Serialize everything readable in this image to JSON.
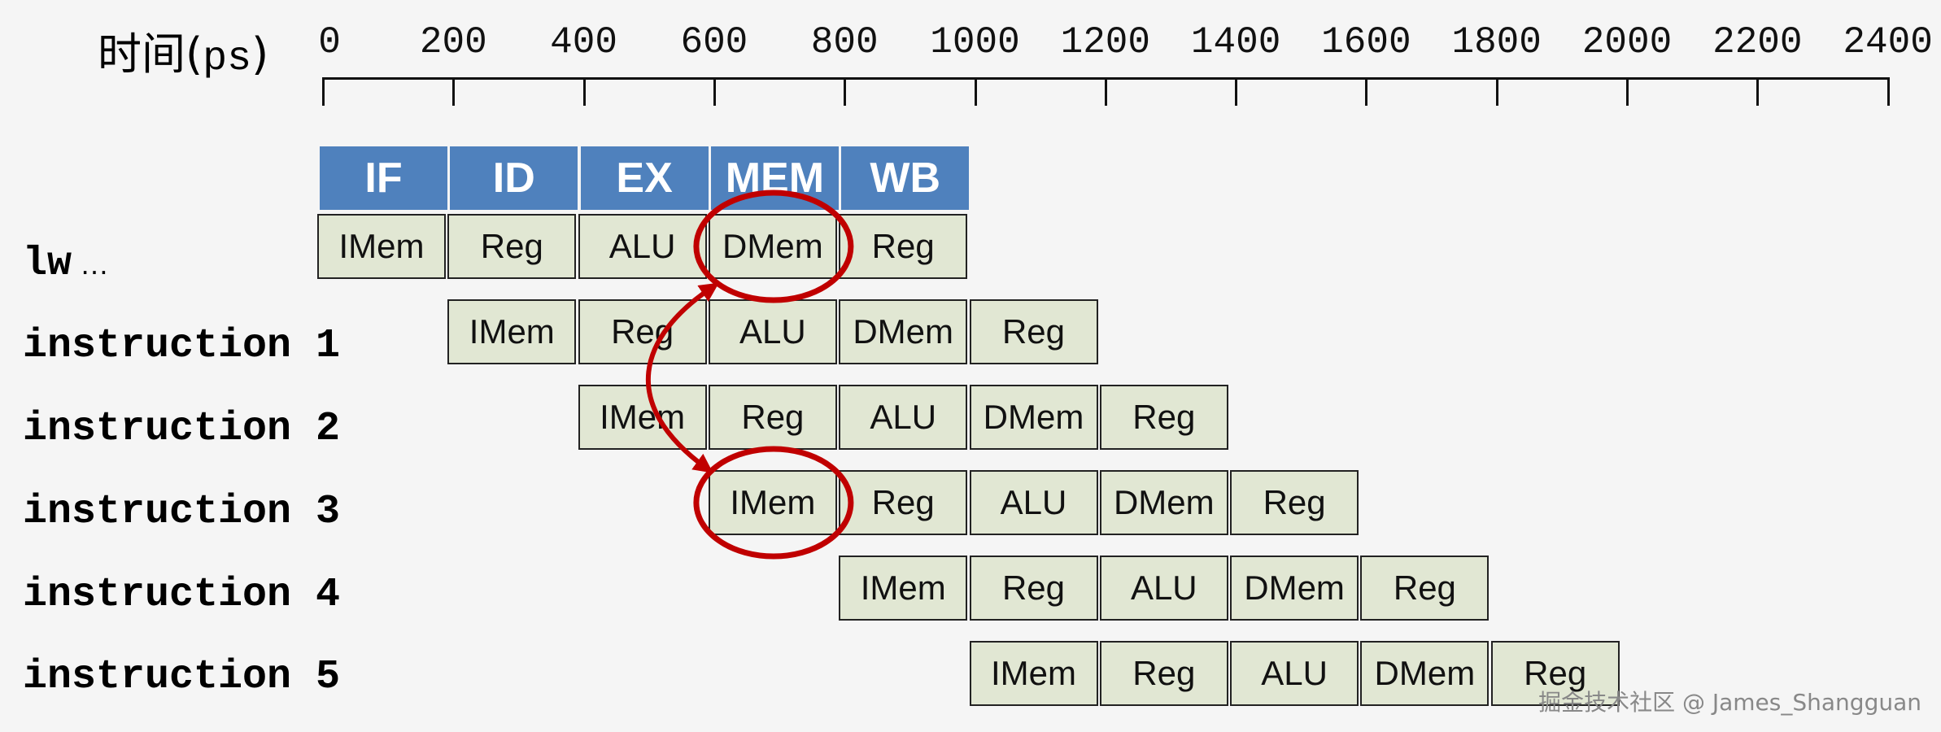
{
  "axis": {
    "title_main": "时间",
    "title_open": "(",
    "title_unit": "ps",
    "title_close": ")",
    "ticks": [
      "0",
      "200",
      "400",
      "600",
      "800",
      "1000",
      "1200",
      "1400",
      "1600",
      "1800",
      "2000",
      "2200",
      "2400"
    ]
  },
  "stages": [
    "IF",
    "ID",
    "EX",
    "MEM",
    "WB"
  ],
  "rows": [
    {
      "label": "lw",
      "suffix": "…",
      "start": 0,
      "cells": [
        "IMem",
        "Reg",
        "ALU",
        "DMem",
        "Reg"
      ]
    },
    {
      "label": "instruction 1",
      "start": 1,
      "cells": [
        "IMem",
        "Reg",
        "ALU",
        "DMem",
        "Reg"
      ]
    },
    {
      "label": "instruction 2",
      "start": 2,
      "cells": [
        "IMem",
        "Reg",
        "ALU",
        "DMem",
        "Reg"
      ]
    },
    {
      "label": "instruction 3",
      "start": 3,
      "cells": [
        "IMem",
        "Reg",
        "ALU",
        "DMem",
        "Reg"
      ]
    },
    {
      "label": "instruction 4",
      "start": 4,
      "cells": [
        "IMem",
        "Reg",
        "ALU",
        "DMem",
        "Reg"
      ]
    },
    {
      "label": "instruction 5",
      "start": 5,
      "cells": [
        "IMem",
        "Reg",
        "ALU",
        "DMem",
        "Reg"
      ]
    }
  ],
  "highlight": {
    "color": "#c00000",
    "conflict": [
      {
        "row": 0,
        "col": 3
      },
      {
        "row": 3,
        "col": 0
      }
    ]
  },
  "watermark": "掘金技术社区 @ James_Shangguan"
}
